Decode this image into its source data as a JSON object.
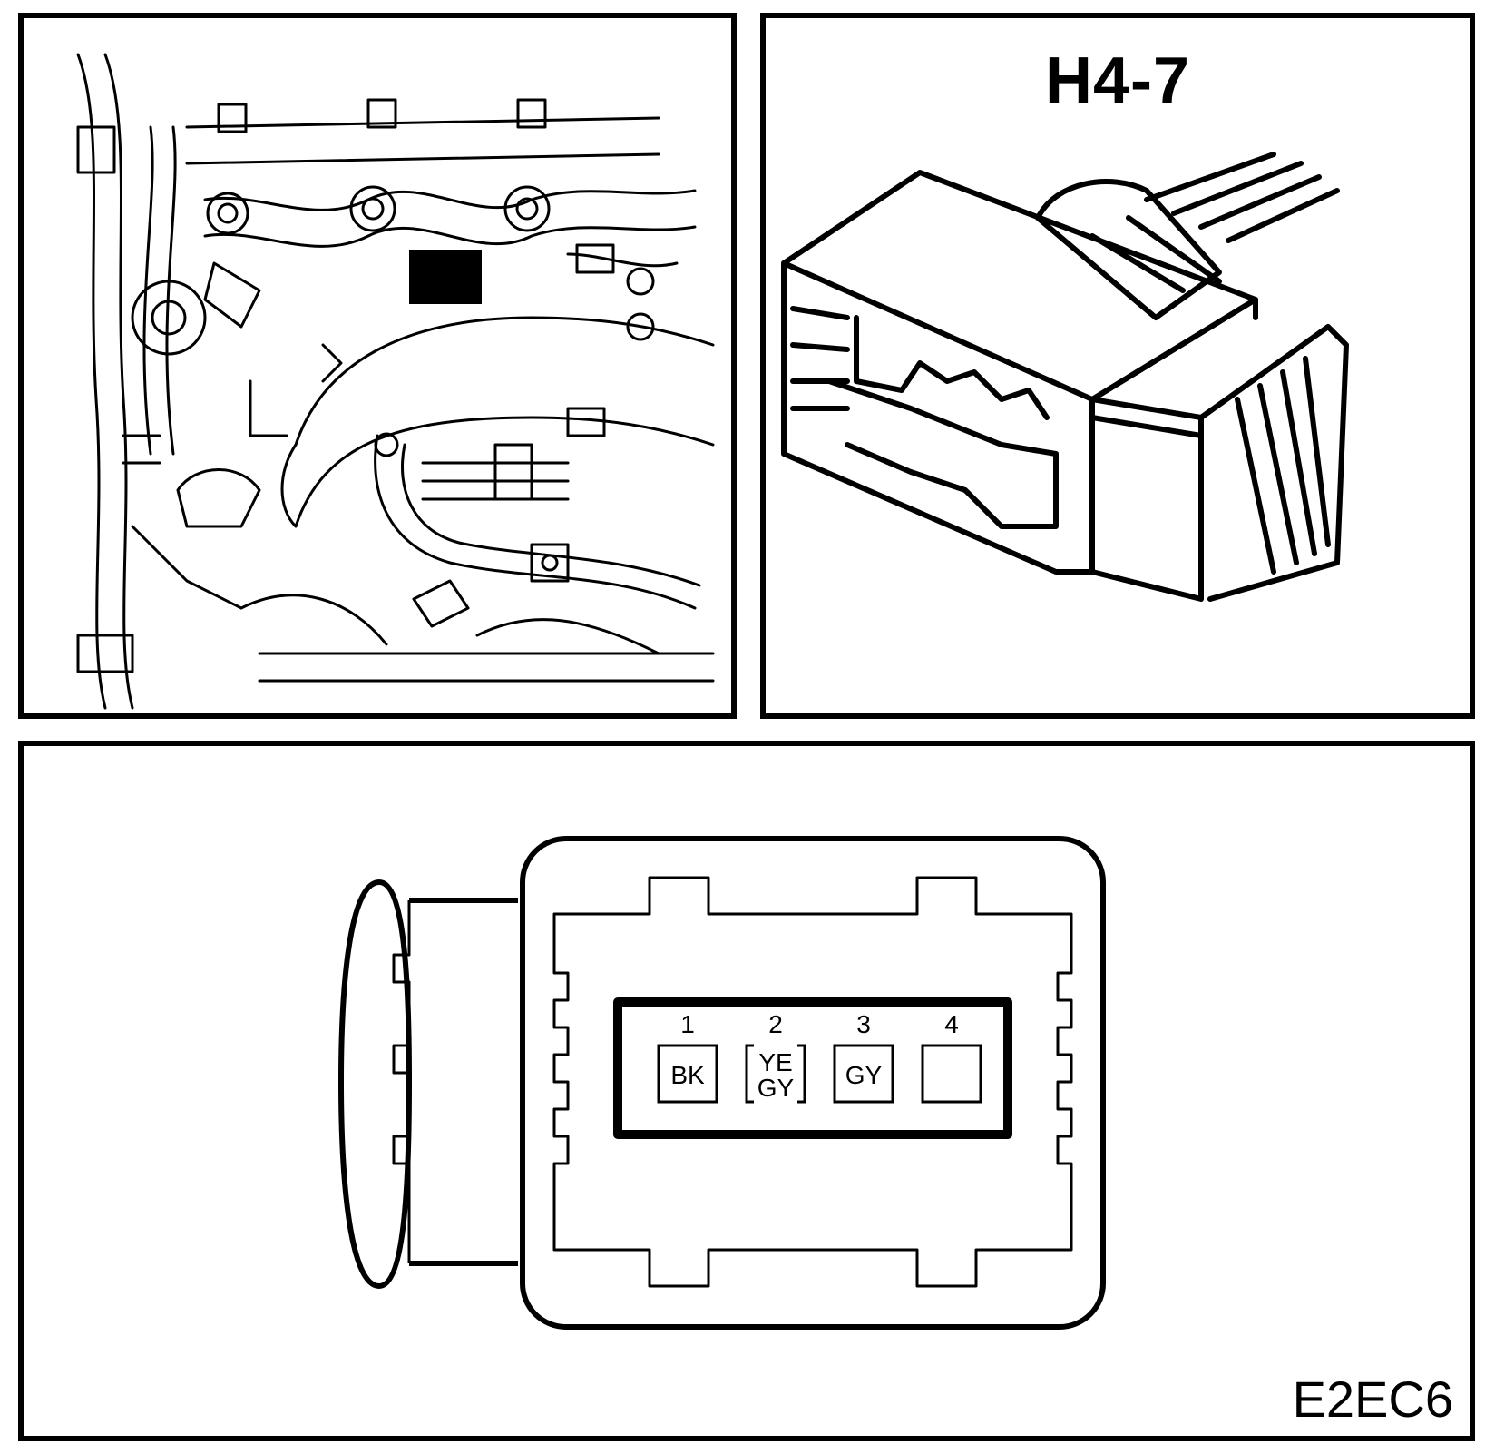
{
  "connector": {
    "id": "H4-7"
  },
  "figure_code": "E2EC6",
  "pins": [
    {
      "number": "1",
      "color_line1": "BK",
      "color_line2": ""
    },
    {
      "number": "2",
      "color_line1": "YE",
      "color_line2": "GY"
    },
    {
      "number": "3",
      "color_line1": "GY",
      "color_line2": ""
    },
    {
      "number": "4",
      "color_line1": "",
      "color_line2": ""
    }
  ],
  "colors": {
    "line": "#000000",
    "background": "#ffffff",
    "highlight": "#000000"
  }
}
